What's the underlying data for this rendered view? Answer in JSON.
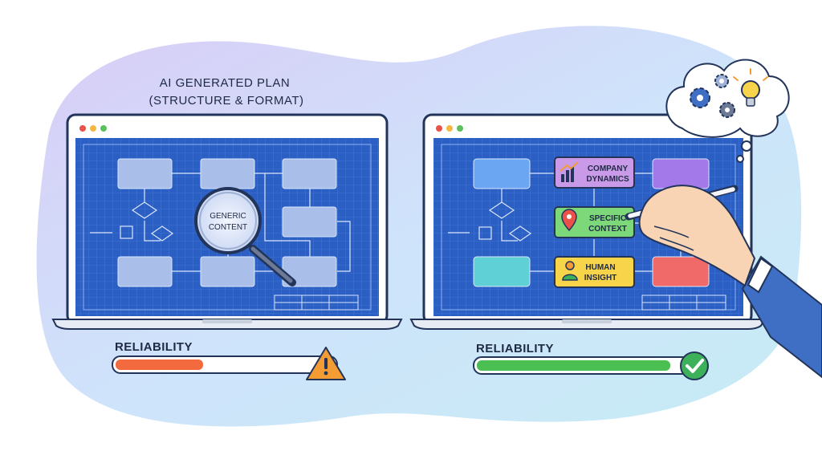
{
  "left_panel": {
    "title_line1": "AI GENERATED PLAN",
    "title_line2": "(STRUCTURE & FORMAT)",
    "lens_line1": "GENERIC",
    "lens_line2": "CONTENT",
    "reliability_label": "RELIABILITY",
    "reliability_level": 0.4,
    "reliability_color": "#f26a3d",
    "status_icon": "warning-icon"
  },
  "right_panel": {
    "cards": [
      {
        "line1": "COMPANY",
        "line2": "DYNAMICS",
        "icon": "growth-chart-icon",
        "color": "#c89ae8"
      },
      {
        "line1": "SPECIFIC",
        "line2": "CONTEXT",
        "icon": "location-pin-icon",
        "color": "#7dd87a"
      },
      {
        "line1": "HUMAN",
        "line2": "INSIGHT",
        "icon": "person-icon",
        "color": "#f7d44a"
      }
    ],
    "reliability_label": "RELIABILITY",
    "reliability_level": 0.92,
    "reliability_color": "#4cbf52",
    "status_icon": "check-icon"
  },
  "thought_bubble_icons": [
    "gear-icon",
    "gear-icon",
    "gear-icon",
    "lightbulb-icon"
  ],
  "colors": {
    "blueprint": "#2f64c8",
    "frame": "#23345a",
    "warning": "#f39c34",
    "success": "#3db05a"
  }
}
